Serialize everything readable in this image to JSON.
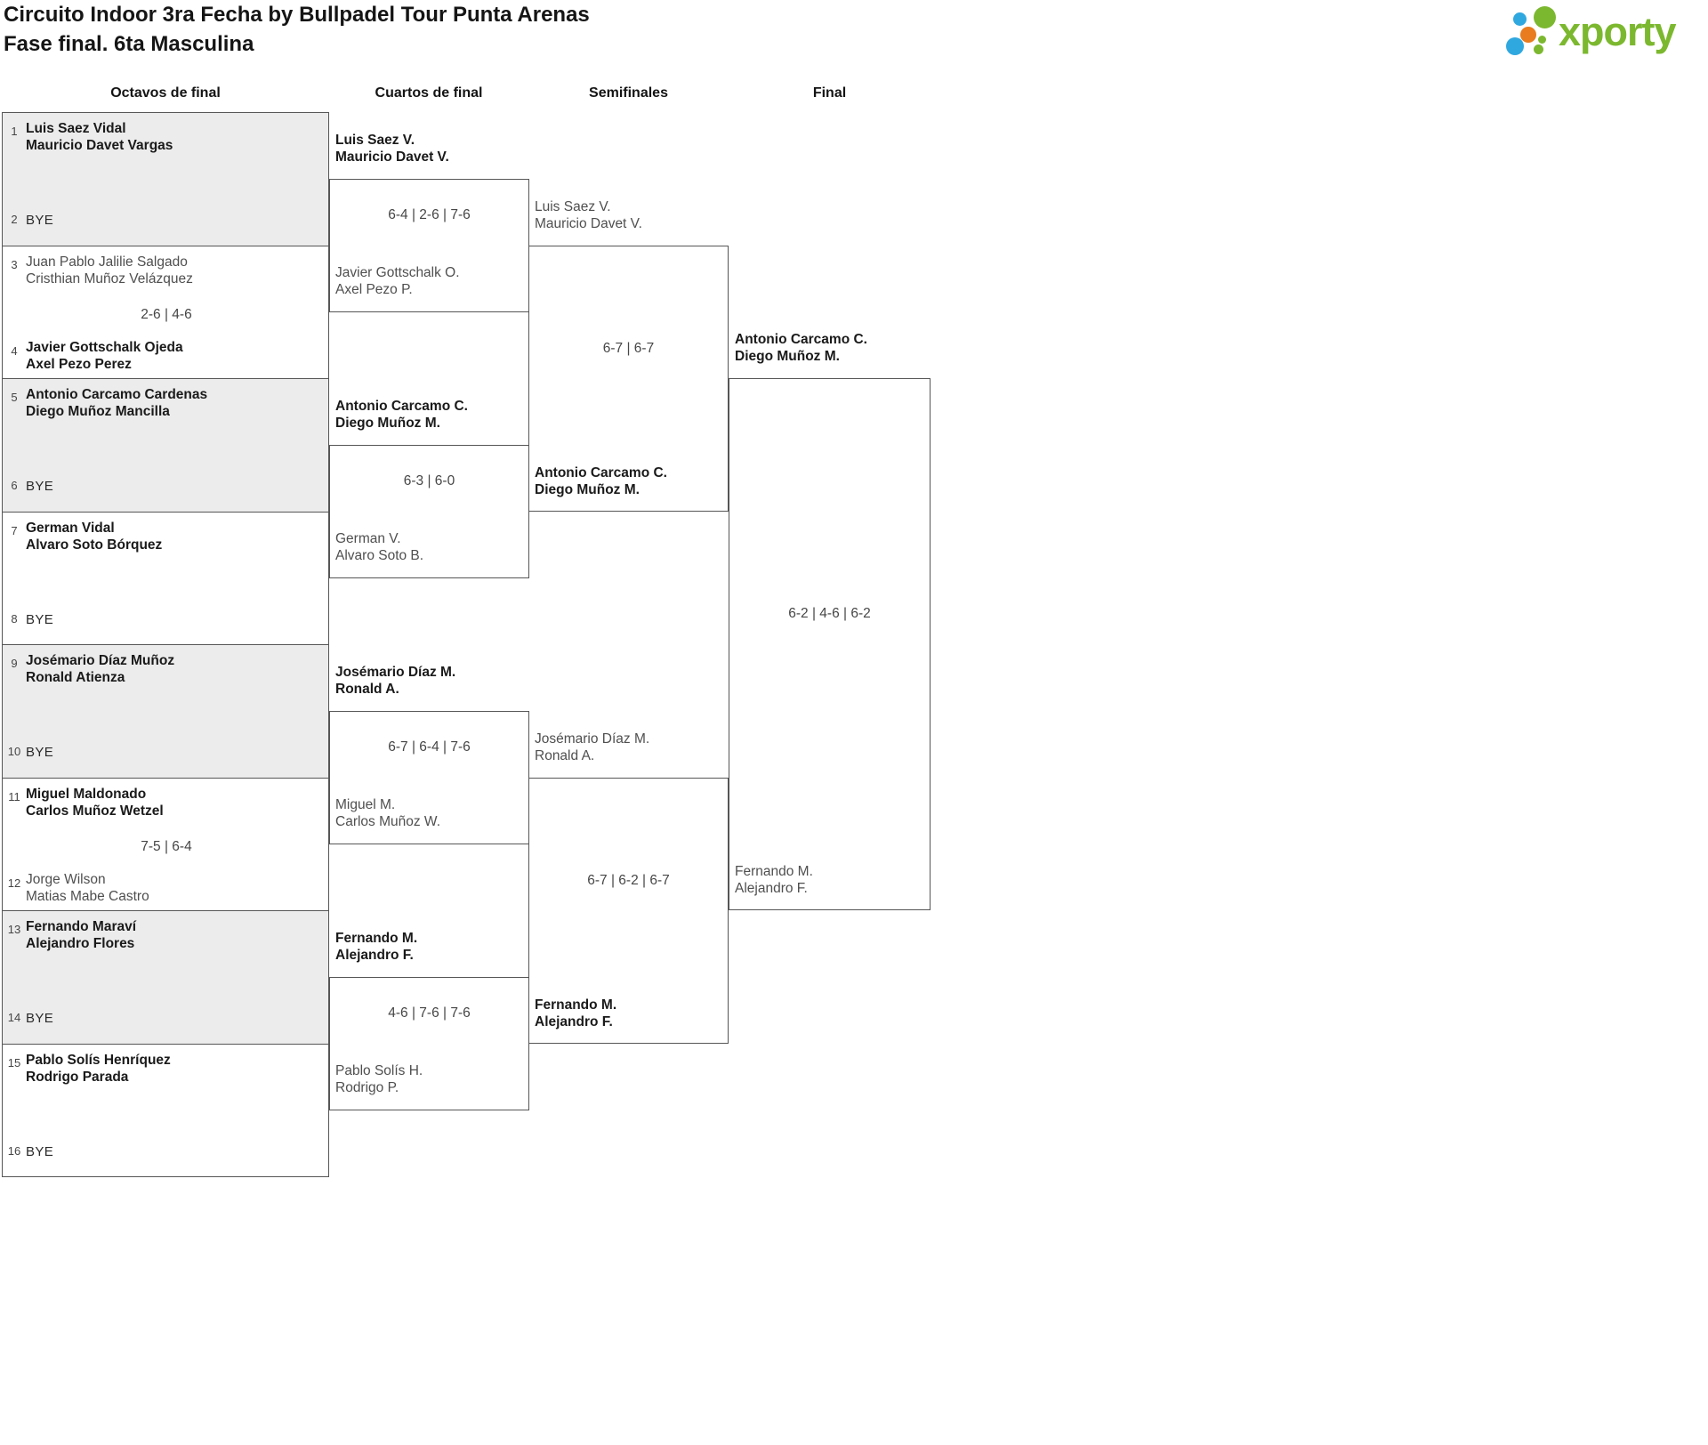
{
  "header": {
    "title_line1": "Circuito Indoor 3ra Fecha by Bullpadel Tour Punta Arenas",
    "title_line2": "Fase final. 6ta Masculina",
    "logo_text": "xporty"
  },
  "columns": {
    "round1": "Octavos de final",
    "round2": "Cuartos de final",
    "round3": "Semifinales",
    "round4": "Final"
  },
  "colors": {
    "winner_text": "#1a1a1a",
    "loser_text": "#4f4f4f",
    "border": "#565656",
    "bye_box_fill": "#ececec",
    "logo_green": "#7cb82f",
    "logo_blue": "#2fa8e0",
    "logo_orange": "#e87c1e"
  },
  "octavos": [
    {
      "seed_top": "1",
      "team_top": [
        "Luis Saez Vidal",
        "Mauricio Davet Vargas"
      ],
      "top_winner": true,
      "seed_bottom": "2",
      "team_bottom": [
        "BYE",
        ""
      ],
      "bottom_winner": false,
      "score": ""
    },
    {
      "seed_top": "3",
      "team_top": [
        "Juan Pablo Jalilie Salgado",
        "Cristhian Muñoz Velázquez"
      ],
      "top_winner": false,
      "seed_bottom": "4",
      "team_bottom": [
        "Javier Gottschalk Ojeda",
        "Axel Pezo Perez"
      ],
      "bottom_winner": true,
      "score": "2-6 | 4-6"
    },
    {
      "seed_top": "5",
      "team_top": [
        "Antonio Carcamo Cardenas",
        "Diego Muñoz Mancilla"
      ],
      "top_winner": true,
      "seed_bottom": "6",
      "team_bottom": [
        "BYE",
        ""
      ],
      "bottom_winner": false,
      "score": ""
    },
    {
      "seed_top": "7",
      "team_top": [
        "German Vidal",
        "Alvaro Soto Bórquez"
      ],
      "top_winner": true,
      "seed_bottom": "8",
      "team_bottom": [
        "BYE",
        ""
      ],
      "bottom_winner": false,
      "score": ""
    },
    {
      "seed_top": "9",
      "team_top": [
        "Josémario Díaz Muñoz",
        "Ronald Atienza"
      ],
      "top_winner": true,
      "seed_bottom": "10",
      "team_bottom": [
        "BYE",
        ""
      ],
      "bottom_winner": false,
      "score": ""
    },
    {
      "seed_top": "11",
      "team_top": [
        "Miguel Maldonado",
        "Carlos Muñoz Wetzel"
      ],
      "top_winner": true,
      "seed_bottom": "12",
      "team_bottom": [
        "Jorge Wilson",
        "Matias Mabe Castro"
      ],
      "bottom_winner": false,
      "score": "7-5 | 6-4"
    },
    {
      "seed_top": "13",
      "team_top": [
        "Fernando Maraví",
        "Alejandro Flores"
      ],
      "top_winner": true,
      "seed_bottom": "14",
      "team_bottom": [
        "BYE",
        ""
      ],
      "bottom_winner": false,
      "score": ""
    },
    {
      "seed_top": "15",
      "team_top": [
        "Pablo Solís Henríquez",
        "Rodrigo Parada"
      ],
      "top_winner": true,
      "seed_bottom": "16",
      "team_bottom": [
        "BYE",
        ""
      ],
      "bottom_winner": false,
      "score": ""
    }
  ],
  "cuartos": [
    {
      "team1": [
        "Luis Saez V.",
        "Mauricio Davet V."
      ],
      "team1_winner": true,
      "score": "6-4 | 2-6 | 7-6",
      "team2": [
        "Javier Gottschalk O.",
        "Axel Pezo P."
      ],
      "team2_winner": false
    },
    {
      "team1": [
        "Antonio Carcamo C.",
        "Diego Muñoz M."
      ],
      "team1_winner": true,
      "score": "6-3 | 6-0",
      "team2": [
        "German V.",
        "Alvaro Soto B."
      ],
      "team2_winner": false
    },
    {
      "team1": [
        "Josémario Díaz M.",
        "Ronald A."
      ],
      "team1_winner": true,
      "score": "6-7 | 6-4 | 7-6",
      "team2": [
        "Miguel M.",
        "Carlos Muñoz W."
      ],
      "team2_winner": false
    },
    {
      "team1": [
        "Fernando M.",
        "Alejandro F."
      ],
      "team1_winner": true,
      "score": "4-6 | 7-6 | 7-6",
      "team2": [
        "Pablo Solís H.",
        "Rodrigo P."
      ],
      "team2_winner": false
    }
  ],
  "semifinales": [
    {
      "team1": [
        "Luis Saez V.",
        "Mauricio Davet V."
      ],
      "team1_winner": false,
      "score": "6-7 | 6-7",
      "team2": [
        "Antonio Carcamo C.",
        "Diego Muñoz M."
      ],
      "team2_winner": true
    },
    {
      "team1": [
        "Josémario Díaz M.",
        "Ronald A."
      ],
      "team1_winner": false,
      "score": "6-7 | 6-2 | 6-7",
      "team2": [
        "Fernando M.",
        "Alejandro F."
      ],
      "team2_winner": true
    }
  ],
  "final": {
    "team1": [
      "Antonio Carcamo C.",
      "Diego Muñoz M."
    ],
    "team1_winner": true,
    "score": "6-2 | 4-6 | 6-2",
    "team2": [
      "Fernando M.",
      "Alejandro F."
    ],
    "team2_winner": false
  }
}
